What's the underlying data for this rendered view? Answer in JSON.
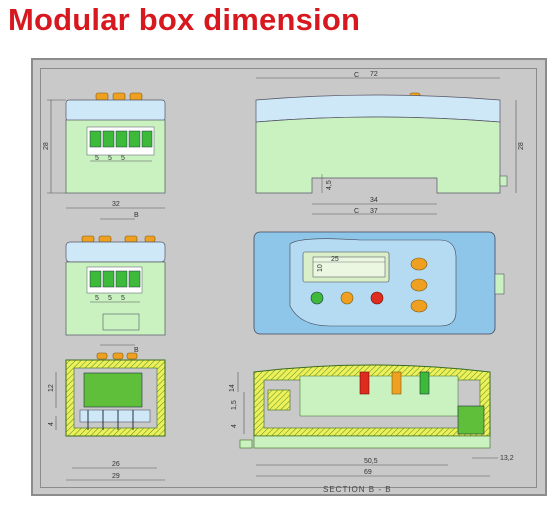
{
  "title": "Modular box dimension",
  "dims": {
    "top_left_width_28": "28",
    "pitch_5a": "5",
    "pitch_5b": "5",
    "pitch_5c": "5",
    "width_32_left": "32",
    "mid_left_5a": "5",
    "mid_left_5b": "5",
    "mid_left_5c": "5",
    "section_label_b_top": "B",
    "section_label_b_bottom": "B",
    "height_12": "12",
    "height_4": "4",
    "width_26": "26",
    "width_29": "29",
    "side_c_top": "C",
    "side_72": "72",
    "side_28": "28",
    "side_45": "4,5",
    "side_34": "34",
    "side_c_bottom": "C",
    "side_37": "37",
    "front_25": "25",
    "front_10": "10",
    "sec_14": "14",
    "sec_15": "1,5",
    "sec_4": "4",
    "sec_505": "50,5",
    "sec_69": "69",
    "sec_132": "13,2"
  },
  "section_caption": "SECTION B - B",
  "colors": {
    "title": "#d7191f",
    "body_green": "#c9f2c0",
    "body_blue": "#8ec6ea",
    "lid_blue": "#cfe8f7",
    "button_orange": "#f0a020",
    "led_green": "#3dba3a",
    "led_red": "#e02b1f",
    "section_yellow": "#f2f21a",
    "section_green": "#5fbf3a"
  }
}
